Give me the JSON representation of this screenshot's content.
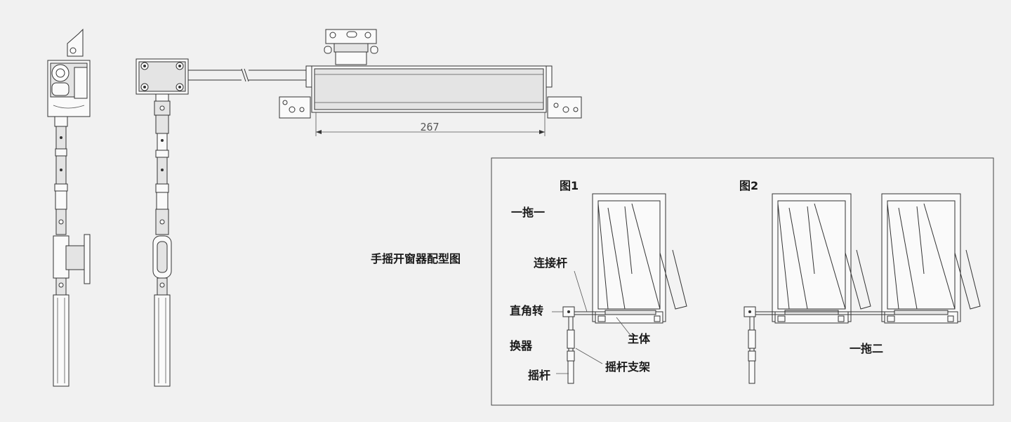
{
  "dimension": "267",
  "config_title": "手摇开窗器配型图",
  "figure1": {
    "title": "图1",
    "mode": "一拖一",
    "labels": {
      "link_rod": "连接杆",
      "right_angle_l1": "直角转",
      "right_angle_l2": "换器",
      "main_body": "主体",
      "crank_bracket": "摇杆支架",
      "crank": "摇杆"
    }
  },
  "figure2": {
    "title": "图2",
    "mode": "一拖二"
  }
}
